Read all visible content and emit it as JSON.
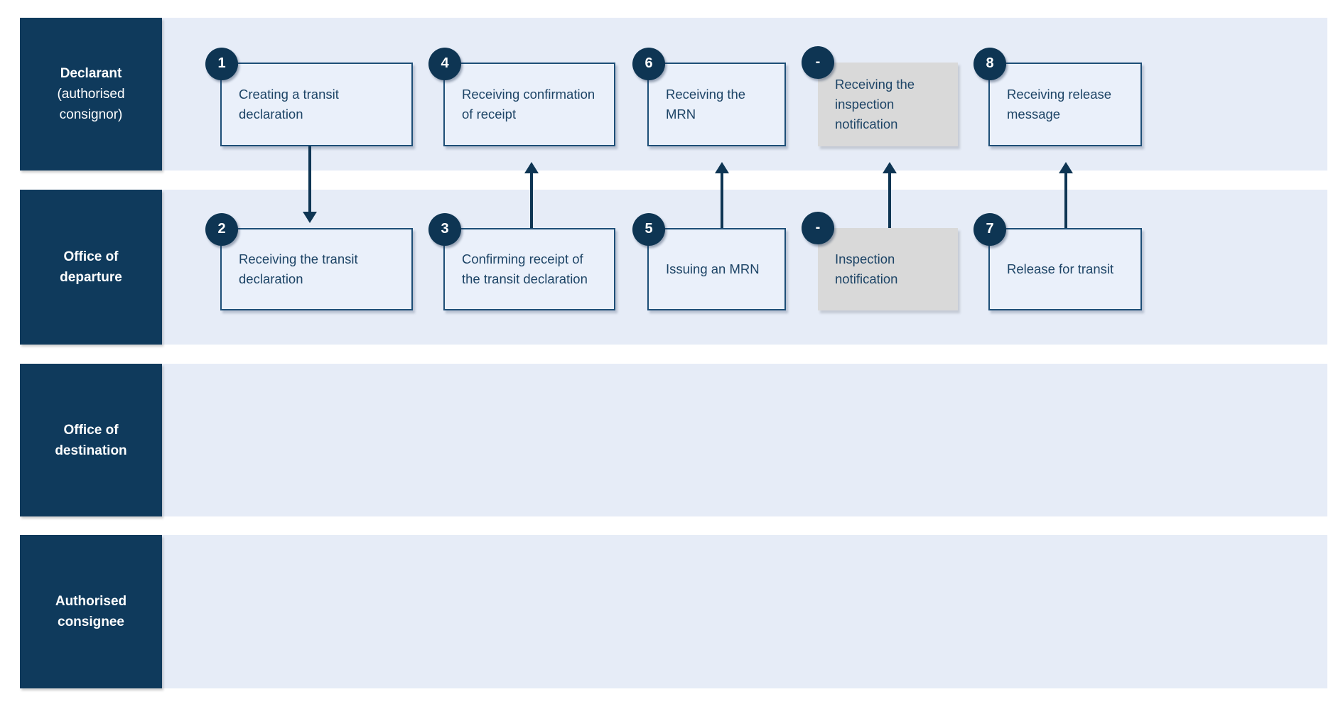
{
  "diagram": {
    "type": "swimlane-flowchart",
    "subject": "Transit declaration process (authorised consignor simplified procedure)"
  },
  "colors": {
    "lane_navy": "#0F3A5C",
    "badge_navy": "#0E3553",
    "box_border": "#1D4E77",
    "box_fill": "#EAF0FA",
    "band_fill": "#E6ECF7",
    "gray_fill": "#D9D9D9",
    "text_navy": "#1D4466",
    "lane_text": "#FFFFFF"
  },
  "lanes": [
    {
      "title": "Declarant",
      "subtitle": "(authorised consignor)"
    },
    {
      "title": "Office of\ndeparture",
      "subtitle": ""
    },
    {
      "title": "Office of\ndestination",
      "subtitle": ""
    },
    {
      "title": "Authorised\nconsignee",
      "subtitle": ""
    }
  ],
  "steps": [
    {
      "num": "1",
      "label": "Creating a transit declaration",
      "lane": "Declarant (authorised consignor)",
      "style": "outlined"
    },
    {
      "num": "2",
      "label": "Receiving the transit declaration",
      "lane": "Office of departure",
      "style": "outlined"
    },
    {
      "num": "3",
      "label": "Confirming receipt of the transit declaration",
      "lane": "Office of departure",
      "style": "outlined"
    },
    {
      "num": "4",
      "label": "Receiving confirmation of receipt",
      "lane": "Declarant (authorised consignor)",
      "style": "outlined"
    },
    {
      "num": "5",
      "label": "Issuing an MRN",
      "lane": "Office of departure",
      "style": "outlined"
    },
    {
      "num": "6",
      "label": "Receiving the MRN",
      "lane": "Declarant (authorised consignor)",
      "style": "outlined"
    },
    {
      "num": "-",
      "label": "Inspection notification",
      "lane": "Office of departure",
      "style": "gray"
    },
    {
      "num": "-",
      "label": "Receiving the inspection notification",
      "lane": "Declarant (authorised consignor)",
      "style": "gray"
    },
    {
      "num": "7",
      "label": "Release for transit",
      "lane": "Office of departure",
      "style": "outlined"
    },
    {
      "num": "8",
      "label": "Receiving release message",
      "lane": "Declarant (authorised consignor)",
      "style": "outlined"
    }
  ],
  "arrows": [
    {
      "from": "1",
      "to": "2",
      "direction": "down"
    },
    {
      "from": "3",
      "to": "4",
      "direction": "up"
    },
    {
      "from": "5",
      "to": "6",
      "direction": "up"
    },
    {
      "from": "Inspection notification",
      "to": "Receiving the inspection notification",
      "direction": "up"
    },
    {
      "from": "7",
      "to": "8",
      "direction": "up"
    }
  ]
}
